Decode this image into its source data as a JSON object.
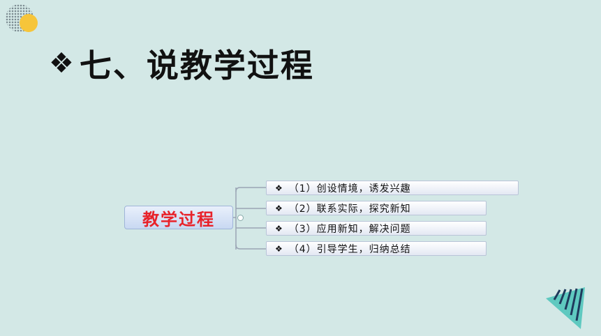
{
  "slide": {
    "title_icon": "diamond-bullet-icon",
    "title": "七、说教学过程"
  },
  "diagram": {
    "root": "教学过程",
    "branches": [
      {
        "icon": "diamond-bullet-icon",
        "text": "（1）创设情境，诱发兴趣"
      },
      {
        "icon": "diamond-bullet-icon",
        "text": "（2）联系实际，探究新知"
      },
      {
        "icon": "diamond-bullet-icon",
        "text": "（3）应用新知，解决问题"
      },
      {
        "icon": "diamond-bullet-icon",
        "text": "（4）引导学生，归纳总结"
      }
    ]
  },
  "colors": {
    "background": "#d3e8e6",
    "root_text": "#e8222a",
    "accent_yellow": "#f6c53a",
    "accent_teal": "#5fc9c0",
    "accent_navy": "#1f3a5c"
  }
}
